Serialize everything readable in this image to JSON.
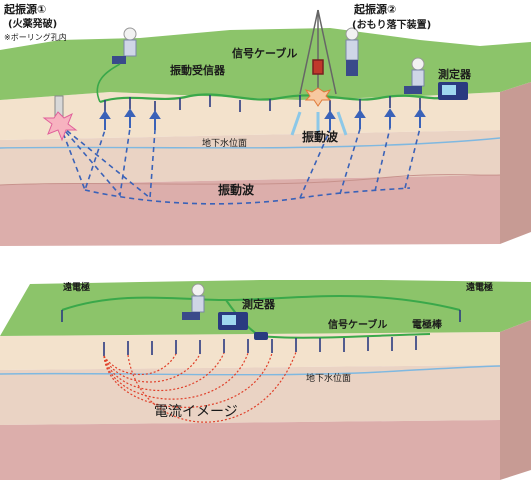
{
  "top_diagram": {
    "source1_title": "起振源①",
    "source1_sub": "(火薬発破)",
    "source1_note": "※ボーリング孔内",
    "source2_title": "起振源②",
    "source2_sub": "(おもり落下装置)",
    "receivers": "振動受信器",
    "signal_cable": "信号ケーブル",
    "meter": "測定器",
    "groundwater": "地下水位面",
    "wave_right": "振動波",
    "wave_center": "振動波"
  },
  "bottom_diagram": {
    "far_electrode_left": "遠電極",
    "far_electrode_right": "遠電極",
    "meter": "測定器",
    "signal_cable": "信号ケーブル",
    "electrode_rod": "電極棒",
    "groundwater": "地下水位面",
    "current_image": "電流イメージ"
  },
  "colors": {
    "grass": "#8cc46a",
    "soil_top": "#f1ddc4",
    "soil_mid": "#e8c8b8",
    "soil_deep": "#d9a7a5",
    "cable": "#3aa84a",
    "wave": "#3a62b8",
    "current": "#e0402a"
  }
}
